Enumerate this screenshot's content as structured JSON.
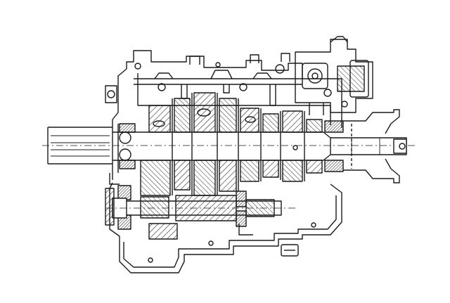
{
  "figure": {
    "subject": "gearbox-cross-section",
    "colors": {
      "background": "#ffffff",
      "ink": "#1a1a1a",
      "hatch": "#2a2a2a"
    },
    "parts": [
      {
        "id": "input-shaft",
        "role": "shaft"
      },
      {
        "id": "output-shaft",
        "role": "shaft"
      },
      {
        "id": "countershaft",
        "role": "shaft"
      },
      {
        "id": "housing",
        "role": "casing"
      },
      {
        "id": "bellhousing-flange",
        "role": "casing"
      },
      {
        "id": "output-flange",
        "role": "casing"
      },
      {
        "id": "shift-actuator",
        "role": "control"
      },
      {
        "id": "shift-forks",
        "role": "control"
      },
      {
        "id": "gear-stack",
        "role": "gears"
      },
      {
        "id": "bearings",
        "role": "support"
      },
      {
        "id": "drain-plug",
        "role": "fitting"
      }
    ]
  }
}
